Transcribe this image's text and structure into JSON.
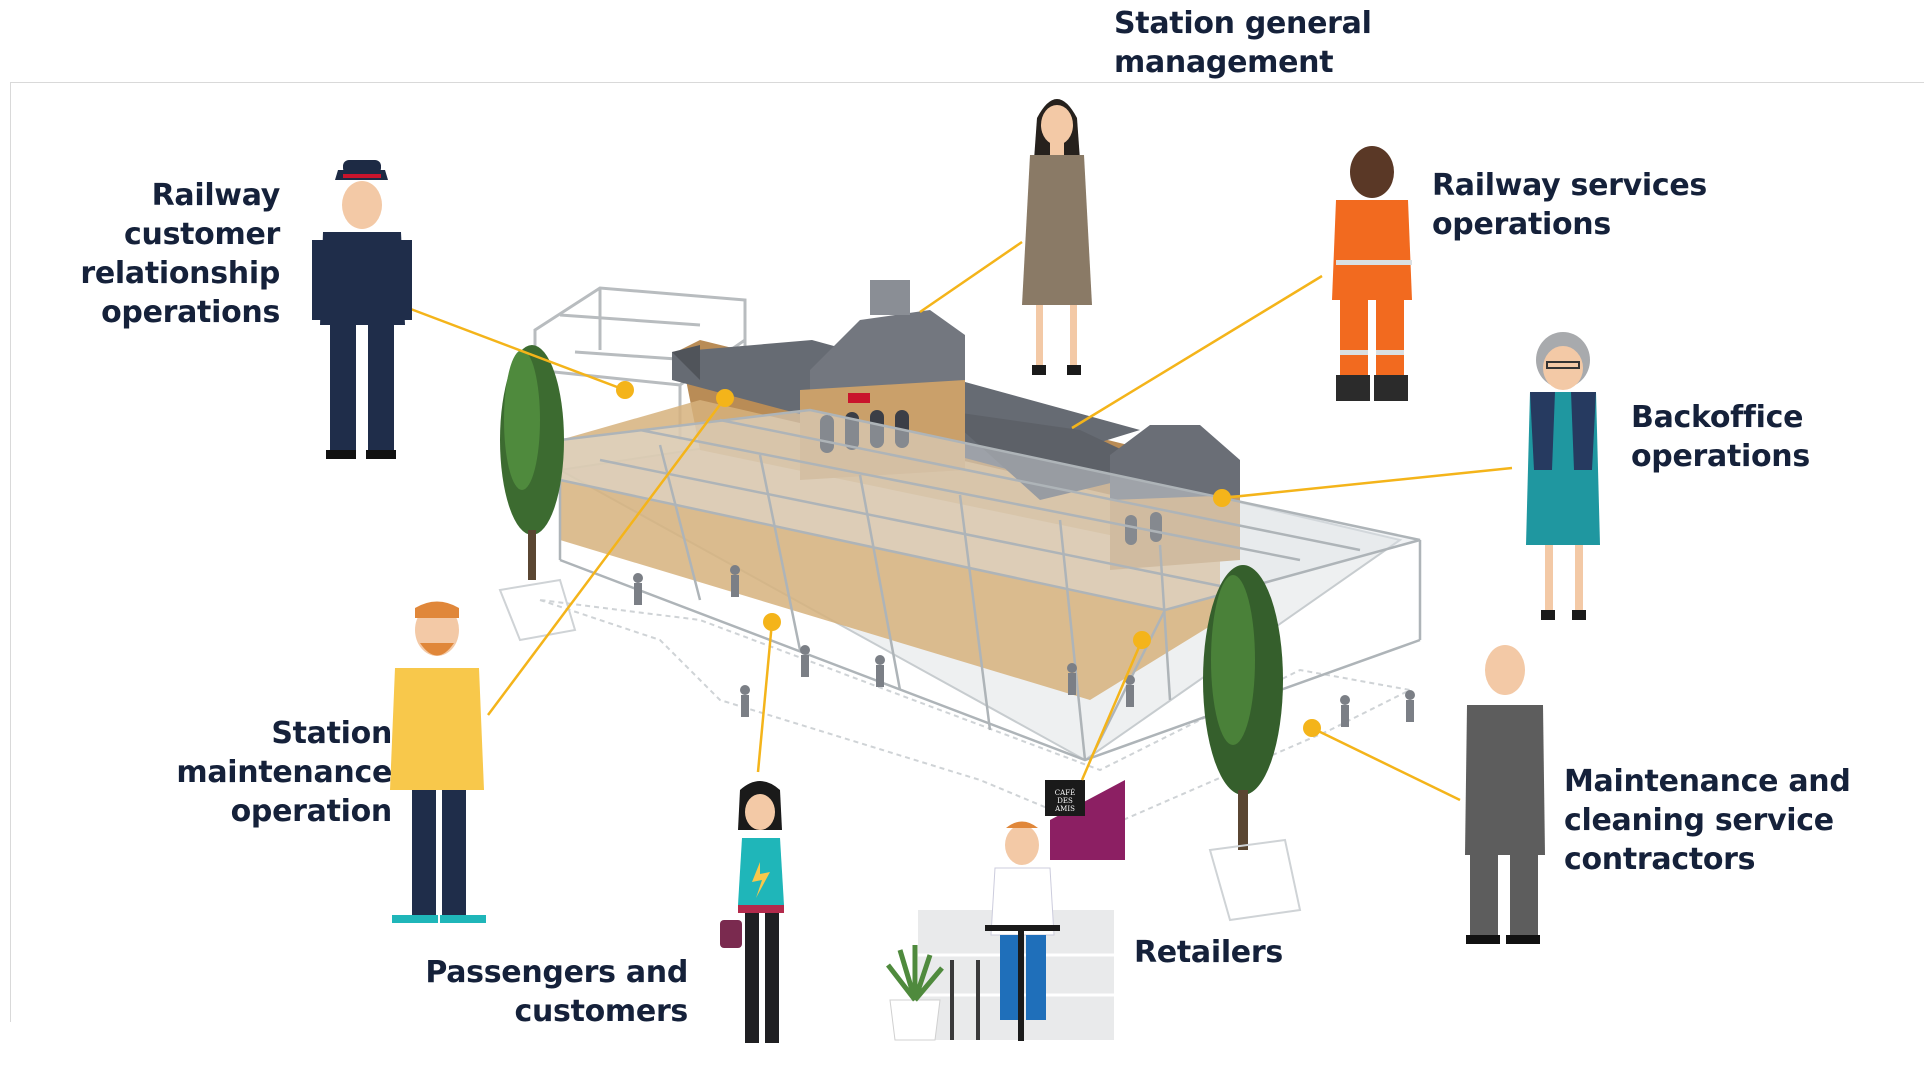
{
  "colors": {
    "connector": "#f4b41a",
    "text": "#15213a",
    "glass": "#bcc3c6",
    "roof": "#6b6f76",
    "facade": "#c9a56c",
    "tree": "#355f2c",
    "awning": "#8c1f63"
  },
  "stakeholders": [
    {
      "id": "station-general-management",
      "label": "Station general\nmanagement"
    },
    {
      "id": "railway-customer-relationship",
      "label": "Railway\ncustomer\nrelationship\noperations"
    },
    {
      "id": "railway-services-operations",
      "label": "Railway services\noperations"
    },
    {
      "id": "backoffice-operations",
      "label": "Backoffice\noperations"
    },
    {
      "id": "station-maintenance-operation",
      "label": "Station\nmaintenance\noperation"
    },
    {
      "id": "maintenance-cleaning-contractors",
      "label": "Maintenance and\ncleaning service\ncontractors"
    },
    {
      "id": "passengers-customers",
      "label": "Passengers and\ncustomers"
    },
    {
      "id": "retailers",
      "label": "Retailers"
    }
  ],
  "signage": {
    "cafe_sign": "CAFÉ\nDES\nAMIS"
  }
}
